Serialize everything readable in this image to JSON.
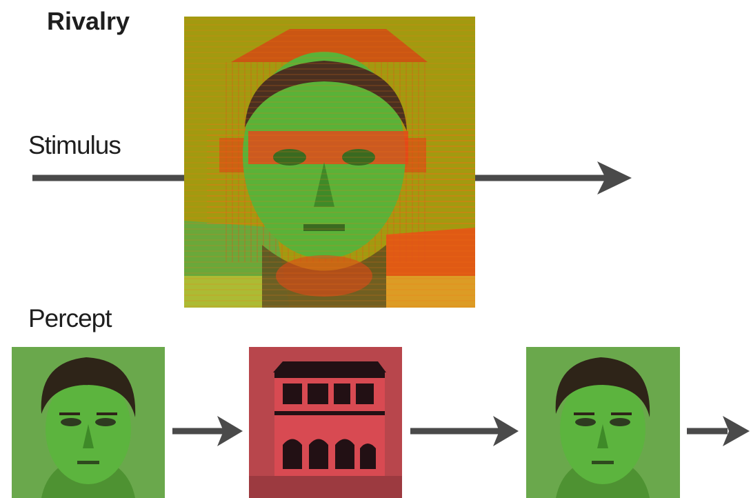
{
  "title": "Rivalry",
  "stimulus_label": "Stimulus",
  "percept_label": "Percept",
  "colors": {
    "arrow": "#4a4a4a",
    "stimulus_bg": "#a29a10",
    "face_green": "#58b43c",
    "face_bg_green": "#6aa84c",
    "house_red": "#c04a50",
    "overlay_red": "#e23a1a",
    "overlay_orange": "#f09020"
  },
  "stimulus": {
    "image": "face-house-rivalry-overlay"
  },
  "percept_sequence": [
    {
      "image": "face"
    },
    {
      "image": "house"
    },
    {
      "image": "face"
    }
  ]
}
